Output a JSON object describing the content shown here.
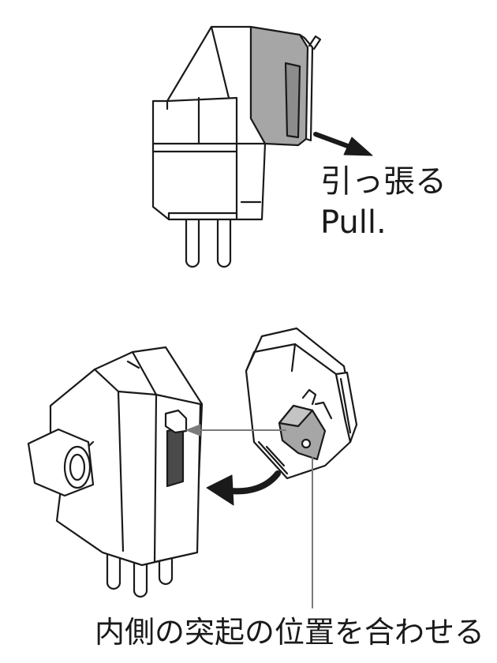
{
  "labels": {
    "pull_jp": "引っ張る",
    "pull_en": "Pull.",
    "align_jp": "内側の突起の位置を合わせる"
  },
  "colors": {
    "stroke": "#1a1a1a",
    "fill": "#ffffff",
    "stylus_gray": "#a6a6a6",
    "arrow": "#1a1a1a",
    "leader": "#7a7a7a"
  },
  "icons": {
    "pull_arrow": "arrow-right-down-icon",
    "rotate_arrow": "curved-arrow-left-icon",
    "align_arrow": "arrow-left-icon"
  }
}
